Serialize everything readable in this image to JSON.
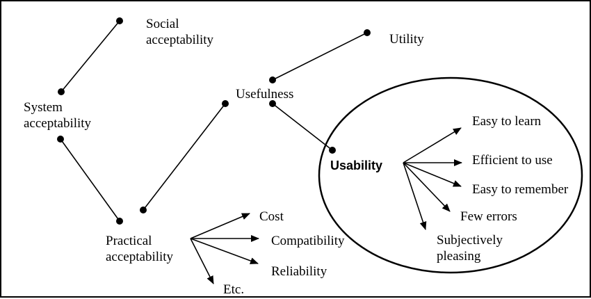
{
  "nodes": {
    "social_acceptability": [
      "Social",
      "acceptability"
    ],
    "system_acceptability": [
      "System",
      "acceptability"
    ],
    "usefulness": "Usefulness",
    "utility": "Utility",
    "usability": "Usability",
    "practical_acceptability": [
      "Practical",
      "acceptability"
    ],
    "cost": "Cost",
    "compatibility": "Compatibility",
    "reliability": "Reliability",
    "etc": "Etc.",
    "easy_to_learn": "Easy to learn",
    "efficient_to_use": "Efficient to use",
    "easy_to_remember": "Easy to remember",
    "few_errors": "Few errors",
    "subjectively_pleasing": [
      "Subjectively",
      "pleasing"
    ]
  }
}
